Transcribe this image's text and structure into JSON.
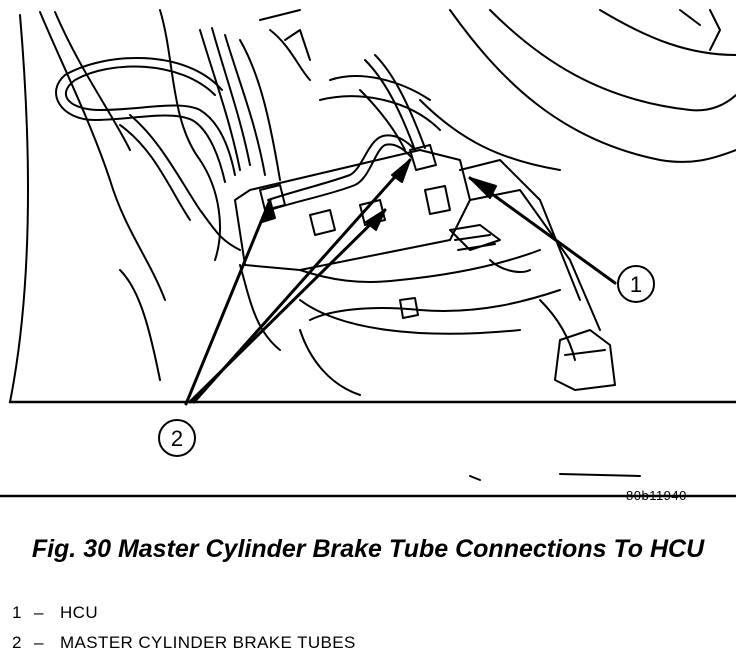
{
  "figure": {
    "callouts": [
      {
        "number": "1",
        "label": "HCU"
      },
      {
        "number": "2",
        "label": "MASTER CYLINDER BRAKE TUBES"
      }
    ],
    "image_code": "80b11940",
    "caption": "Fig. 30 Master Cylinder Brake Tube Connections To HCU",
    "legend_separator": "–",
    "colors": {
      "ink": "#000000",
      "paper": "#ffffff"
    }
  }
}
